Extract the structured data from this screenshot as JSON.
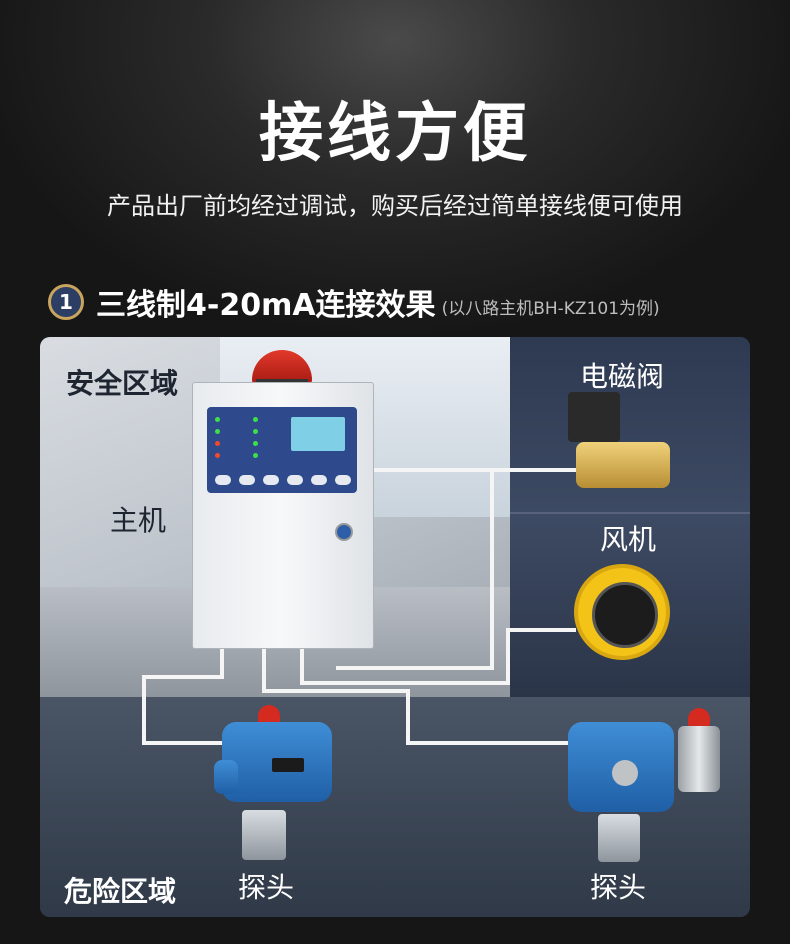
{
  "header": {
    "title": "接线方便",
    "subtitle": "产品出厂前均经过调试，购买后经过简单接线便可使用"
  },
  "section": {
    "number": "1",
    "title": "三线制4-20mA连接效果",
    "note": "(以八路主机BH-KZ101为例)"
  },
  "zones": {
    "safe": "安全区域",
    "danger": "危险区域"
  },
  "devices": {
    "controller": "主机",
    "valve": "电磁阀",
    "fan": "风机",
    "probe_left": "探头",
    "probe_right": "探头"
  }
}
